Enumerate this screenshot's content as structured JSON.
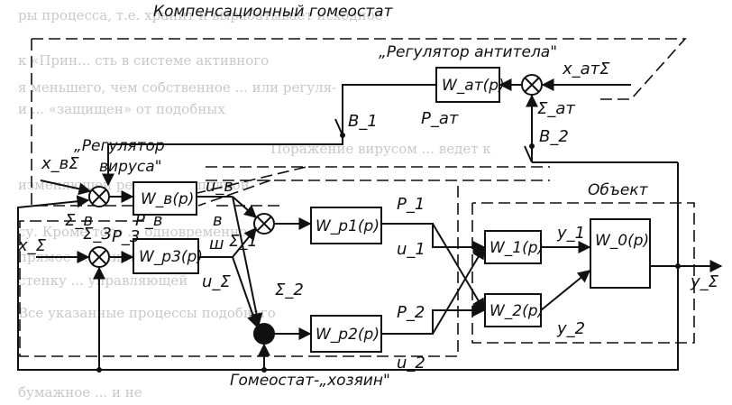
{
  "background_text": [
    "ры процесса, т.е. хранит и вырабатывает исходное",
    "к «Прин... сть в системе активного",
    "я меньшего, чем собственное ... или регуля-",
    "и ... «защищен» от подобных",
    "Поражение вирусом ... ведет к",
    "изменяющей реакции ... полной",
    "су. Кроме того ... одновременно",
    "прямое ... в систему",
    "стенку ... управляющей",
    "Все указанные процессы подобного",
    "бумажное ... и не"
  ],
  "titles": {
    "compensation": "Компенсационный гомеостат",
    "antibody_regulator": "„Регулятор антитела\"",
    "virus_regulator_l1": "„Регулятор",
    "virus_regulator_l2": "вируса\"",
    "object": "Объект",
    "host": "Гомеостат-„хозяин\""
  },
  "blocks": {
    "wat": "W_aт(p)",
    "wv": "W_в(p)",
    "wp3": "W_p3(p)",
    "wp1": "W_p1(p)",
    "wp2": "W_p2(p)",
    "w1": "W_1(p)",
    "w2": "W_2(p)",
    "w0": "W_0(p)"
  },
  "signals": {
    "x_atsum": "x_aтΣ",
    "sigma_at": "Σ_aт",
    "p_at": "P_aт",
    "b1": "B_1",
    "b2": "B_2",
    "x_vsum": "x_вΣ",
    "sigma_v": "Σ_в",
    "p_v": "P_в",
    "u_v": "u_в",
    "v": "в",
    "x_sum": "x_Σ",
    "sigma3": "Σ_3",
    "p3": "P_3",
    "sh": "ш",
    "u_sum": "u_Σ",
    "sigma1": "Σ_1",
    "sigma2": "Σ_2",
    "p1": "P_1",
    "u1": "u_1",
    "p2": "P_2",
    "u2": "u_2",
    "y1": "y_1",
    "y2": "y_2",
    "y_sum": "y_Σ"
  }
}
